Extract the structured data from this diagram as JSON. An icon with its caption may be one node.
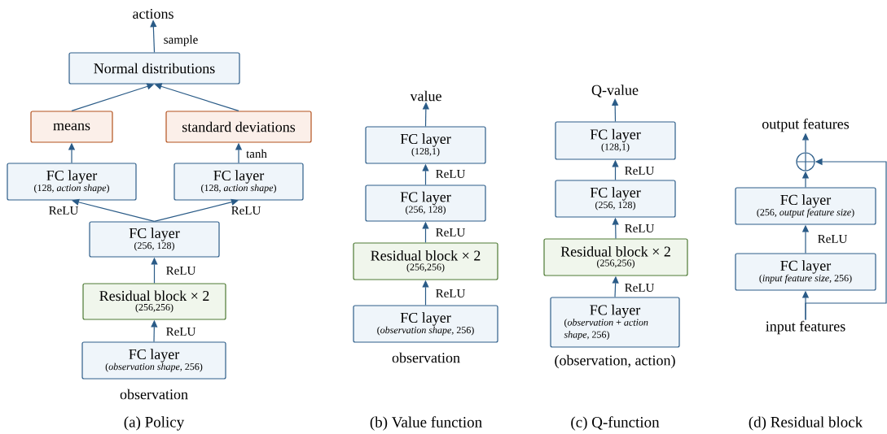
{
  "diagram": {
    "nodes": [
      {
        "text": [
          "actions"
        ]
      },
      {
        "text": [
          "Normal distributions"
        ]
      },
      {
        "text": [
          "means"
        ]
      },
      {
        "text": [
          "standard deviations"
        ]
      },
      {
        "text": [
          "FC layer",
          "(128, *action shape*)"
        ]
      },
      {
        "text": [
          "FC layer",
          "(128, *action shape*)"
        ]
      },
      {
        "text": [
          "FC layer",
          "(256, 128)"
        ]
      },
      {
        "text": [
          "Residual block × 2",
          "(256,256)"
        ]
      },
      {
        "text": [
          "FC layer",
          "(*observation shape*, 256)"
        ]
      },
      {
        "text": [
          "observation"
        ]
      },
      {
        "text": [
          "value"
        ]
      },
      {
        "text": [
          "FC layer",
          "(128,1)"
        ]
      },
      {
        "text": [
          "FC layer",
          "(256, 128)"
        ]
      },
      {
        "text": [
          "Residual block × 2",
          "(256,256)"
        ]
      },
      {
        "text": [
          "FC layer",
          "(*observation shape*, 256)"
        ]
      },
      {
        "text": [
          "observation"
        ]
      },
      {
        "text": [
          "Q-value"
        ]
      },
      {
        "text": [
          "FC layer",
          "(128,1)"
        ]
      },
      {
        "text": [
          "FC layer",
          "(256, 128)"
        ]
      },
      {
        "text": [
          "Residual block × 2",
          "(256,256)"
        ]
      },
      {
        "text": [
          "FC layer",
          "(*observation* + *action shape*, 256)"
        ]
      },
      {
        "text": [
          "(observation, action)"
        ]
      },
      {
        "text": [
          "output features"
        ]
      },
      {
        "text": [],
        "shape": "circle"
      },
      {
        "text": [
          "FC layer",
          "(256, *output feature size*)"
        ]
      },
      {
        "text": [
          "FC layer",
          "(*input feature size*, 256)"
        ]
      },
      {
        "text": [
          "input features"
        ]
      }
    ],
    "edges": [
      {
        "from": 1,
        "to": 0,
        "arrow": "to",
        "label": "sample"
      },
      {
        "from": 2,
        "to": 1,
        "arrow": "to"
      },
      {
        "from": 3,
        "to": 1,
        "arrow": "to"
      },
      {
        "from": 4,
        "to": 2,
        "arrow": "to"
      },
      {
        "from": 5,
        "to": 3,
        "arrow": "to",
        "label": "tanh"
      },
      {
        "from": 6,
        "to": 4,
        "arrow": "to",
        "label": "ReLU"
      },
      {
        "from": 6,
        "to": 5,
        "arrow": "to",
        "label": "ReLU"
      },
      {
        "from": 7,
        "to": 6,
        "arrow": "to",
        "label": "ReLU"
      },
      {
        "from": 8,
        "to": 7,
        "arrow": "to",
        "label": "ReLU"
      },
      {
        "from": 11,
        "to": 10,
        "arrow": "to"
      },
      {
        "from": 12,
        "to": 11,
        "arrow": "to",
        "label": "ReLU"
      },
      {
        "from": 13,
        "to": 12,
        "arrow": "to",
        "label": "ReLU"
      },
      {
        "from": 14,
        "to": 13,
        "arrow": "to",
        "label": "ReLU"
      },
      {
        "from": 17,
        "to": 16,
        "arrow": "to"
      },
      {
        "from": 18,
        "to": 17,
        "arrow": "to",
        "label": "ReLU"
      },
      {
        "from": 19,
        "to": 18,
        "arrow": "to",
        "label": "ReLU"
      },
      {
        "from": 20,
        "to": 19,
        "arrow": "to",
        "label": "ReLU"
      },
      {
        "from": 23,
        "to": 22,
        "arrow": "to"
      },
      {
        "from": 24,
        "to": 23,
        "arrow": "to"
      },
      {
        "from": 25,
        "to": 24,
        "arrow": "to",
        "label": "ReLU"
      },
      {
        "from": 26,
        "to": 25,
        "arrow": "to"
      },
      {
        "from": 26,
        "to": 23,
        "arrow": "to"
      }
    ],
    "labels": [
      "(a) Policy",
      "(b) Value function",
      "(c) Q-function",
      "(d) Residual block"
    ]
  }
}
